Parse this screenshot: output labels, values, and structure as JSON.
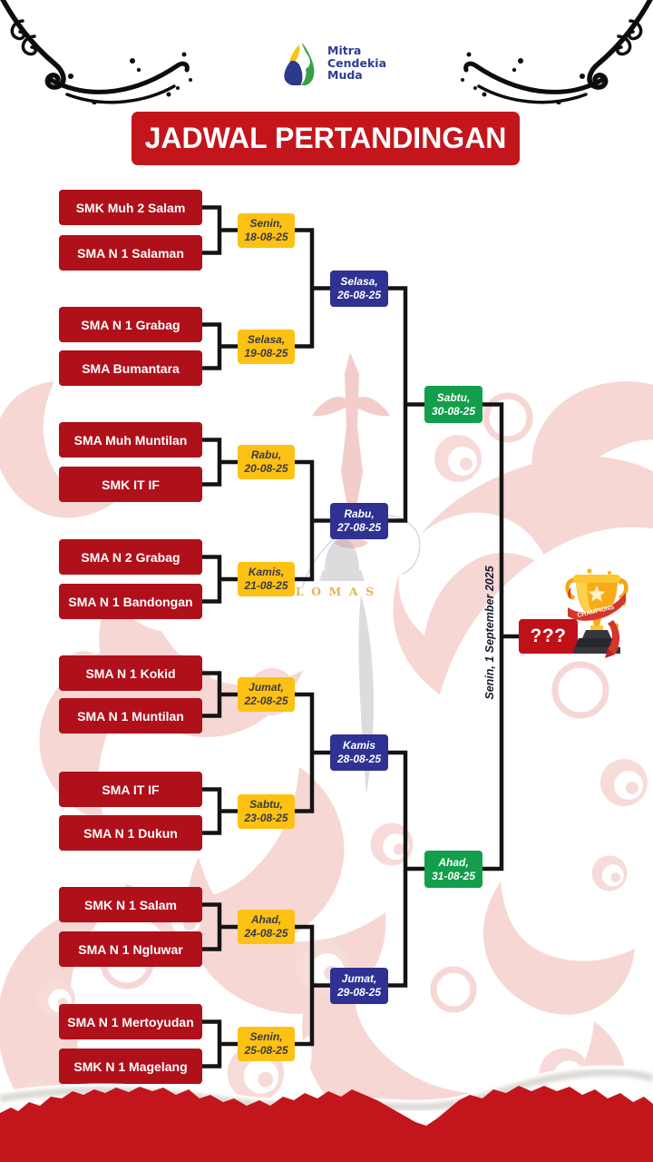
{
  "logo": {
    "line1": "Mitra",
    "line2": "Cendekia",
    "line3": "Muda"
  },
  "title": "JADWAL PERTANDINGAN",
  "bracket": {
    "teams": [
      "SMK Muh 2 Salam",
      "SMA N 1 Salaman",
      "SMA N 1 Grabag",
      "SMA Bumantara",
      "SMA Muh Muntilan",
      "SMK IT IF",
      "SMA N 2 Grabag",
      "SMA N 1 Bandongan",
      "SMA N 1 Kokid",
      "SMA N 1 Muntilan",
      "SMA IT IF",
      "SMA N 1 Dukun",
      "SMK N 1 Salam",
      "SMA N 1 Ngluwar",
      "SMA N 1 Mertoyudan",
      "SMK N 1 Magelang"
    ],
    "round1": [
      {
        "day": "Senin,",
        "date": "18-08-25"
      },
      {
        "day": "Selasa,",
        "date": "19-08-25"
      },
      {
        "day": "Rabu,",
        "date": "20-08-25"
      },
      {
        "day": "Kamis,",
        "date": "21-08-25"
      },
      {
        "day": "Jumat,",
        "date": "22-08-25"
      },
      {
        "day": "Sabtu,",
        "date": "23-08-25"
      },
      {
        "day": "Ahad,",
        "date": "24-08-25"
      },
      {
        "day": "Senin,",
        "date": "25-08-25"
      }
    ],
    "round2": [
      {
        "day": "Selasa,",
        "date": "26-08-25"
      },
      {
        "day": "Rabu,",
        "date": "27-08-25"
      },
      {
        "day": "Kamis",
        "date": "28-08-25"
      },
      {
        "day": "Jumat,",
        "date": "29-08-25"
      }
    ],
    "semifinal": [
      {
        "day": "Sabtu,",
        "date": "30-08-25"
      },
      {
        "day": "Ahad,",
        "date": "31-08-25"
      }
    ],
    "final": {
      "label": "???",
      "date_text": "Senin, 1 September 2025"
    }
  },
  "trophy": {
    "ribbon_text": "CHAMPIONS"
  },
  "watermark": {
    "text": "SILOMAS"
  },
  "colors": {
    "team_red": "#b0101a",
    "banner_red": "#c3161c",
    "yellow": "#fcc113",
    "blue": "#2f3193",
    "green": "#139e4b",
    "torn_red": "#c3161c"
  }
}
